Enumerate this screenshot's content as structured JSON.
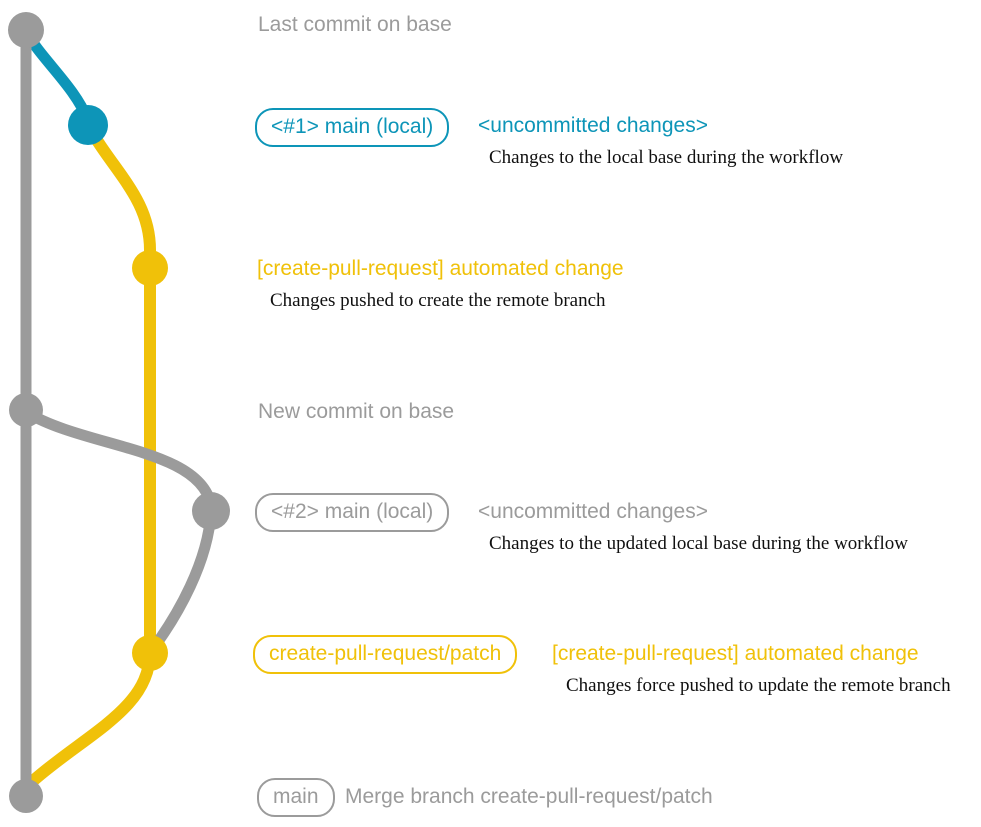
{
  "colors": {
    "gray": "#9B9B9B",
    "blue": "#0D95B8",
    "yellow": "#F0C109",
    "dark": "#101010"
  },
  "events": [
    {
      "label": "Last commit on base"
    },
    {
      "branch_tag": "<#1> main (local)",
      "message": "<uncommitted changes>",
      "description": "Changes to the local base during the workflow"
    },
    {
      "message": "[create-pull-request] automated change",
      "description": "Changes pushed to create the remote branch"
    },
    {
      "label": "New commit on base"
    },
    {
      "branch_tag": "<#2> main (local)",
      "message": "<uncommitted changes>",
      "description": "Changes to the updated local base during the workflow"
    },
    {
      "branch_tag": "create-pull-request/patch",
      "message": "[create-pull-request] automated change",
      "description": "Changes force pushed to update the remote branch"
    },
    {
      "branch_tag": "main",
      "message": "Merge branch create-pull-request/patch"
    }
  ]
}
